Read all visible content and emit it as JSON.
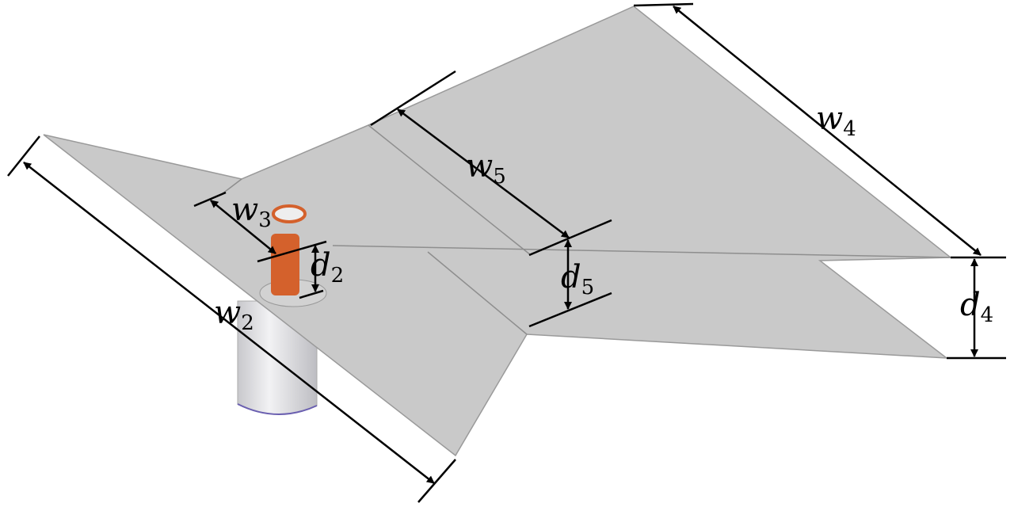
{
  "labels": {
    "w4": {
      "main": "w",
      "sub": "4"
    },
    "w5": {
      "main": "w",
      "sub": "5"
    },
    "w3": {
      "main": "w",
      "sub": "3"
    },
    "w2": {
      "main": "w",
      "sub": "2"
    },
    "d2": {
      "main": "d",
      "sub": "2"
    },
    "d5": {
      "main": "d",
      "sub": "5"
    },
    "d4": {
      "main": "d",
      "sub": "4"
    }
  },
  "colors": {
    "plate": "#c9c9c9",
    "edge": "#9a9a9a",
    "probe": "#d4612c",
    "connector": "#e2e2e6"
  }
}
